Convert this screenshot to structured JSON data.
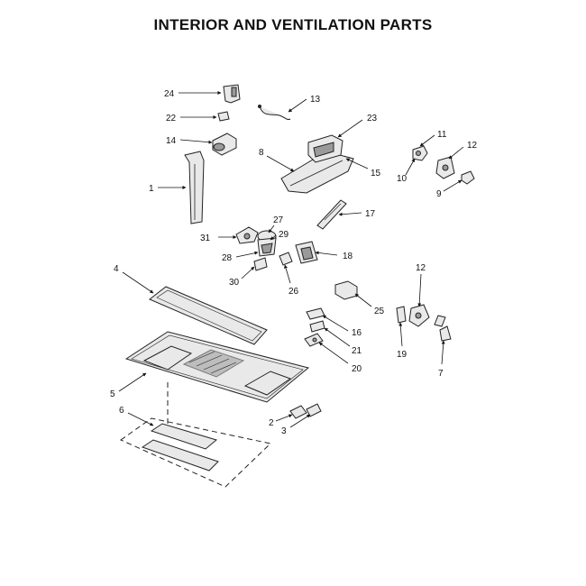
{
  "title": "INTERIOR AND VENTILATION PARTS",
  "callouts": {
    "c1": "1",
    "c2": "2",
    "c3": "3",
    "c4": "4",
    "c5": "5",
    "c6": "6",
    "c7": "7",
    "c8": "8",
    "c9": "9",
    "c10": "10",
    "c11": "11",
    "c12a": "12",
    "c12b": "12",
    "c13": "13",
    "c14": "14",
    "c15": "15",
    "c16": "16",
    "c17": "17",
    "c18": "18",
    "c19": "19",
    "c20": "20",
    "c21": "21",
    "c22": "22",
    "c23": "23",
    "c24": "24",
    "c25": "25",
    "c26": "26",
    "c27": "27",
    "c28": "28",
    "c29": "29",
    "c30": "30",
    "c31": "31"
  }
}
